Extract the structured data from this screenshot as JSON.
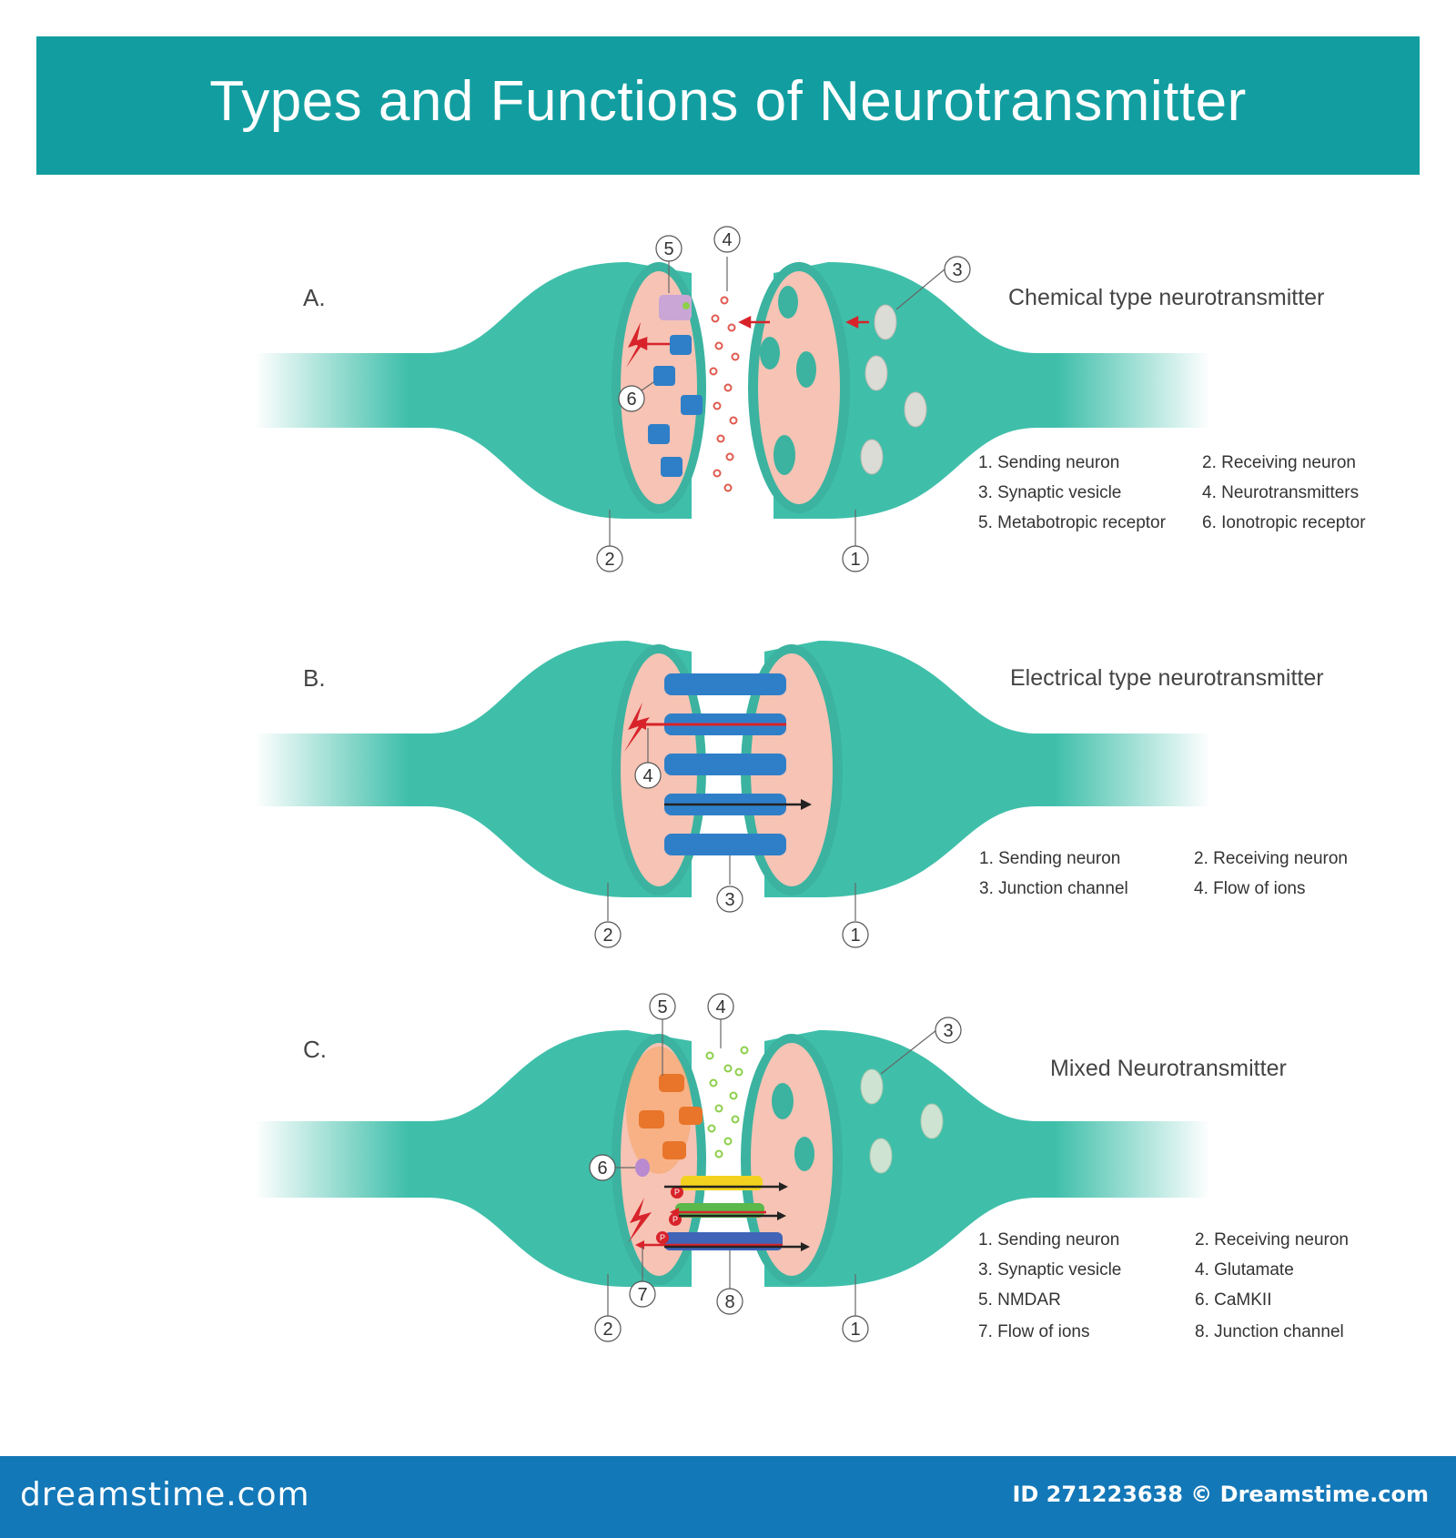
{
  "header": {
    "title": "Types and Functions of Neurotransmitter"
  },
  "panels": [
    {
      "letter": "A.",
      "title": "Chemical type neurotransmitter",
      "markers": [
        "1",
        "2",
        "3",
        "4",
        "5",
        "6"
      ],
      "legend": [
        "1. Sending neuron",
        "2. Receiving neuron",
        "3. Synaptic vesicle",
        "4. Neurotransmitters",
        "5. Metabotropic receptor",
        "6. Ionotropic receptor"
      ]
    },
    {
      "letter": "B.",
      "title": "Electrical type neurotransmitter",
      "markers": [
        "1",
        "2",
        "3",
        "4"
      ],
      "legend": [
        "1. Sending neuron",
        "2. Receiving neuron",
        "3. Junction channel",
        "4. Flow of ions"
      ]
    },
    {
      "letter": "C.",
      "title": "Mixed Neurotransmitter",
      "markers": [
        "1",
        "2",
        "3",
        "4",
        "5",
        "6",
        "7",
        "8"
      ],
      "legend": [
        "1. Sending neuron",
        "2. Receiving neuron",
        "3. Synaptic vesicle",
        "4. Glutamate",
        "5. NMDAR",
        "6. CaMKII",
        "7. Flow of ions",
        "8. Junction channel"
      ]
    }
  ],
  "phospho_label": "P",
  "footer": {
    "brand": "dreamstime.com",
    "id": "ID 271223638 © Dreamstime.com"
  },
  "colors": {
    "header": "#129ea0",
    "neuron": "#3fbfaa",
    "membrane_fill": "#f7c9bc",
    "channel": "#2f7fc8",
    "arrow_red": "#d8232a",
    "footer": "#1378b8"
  }
}
